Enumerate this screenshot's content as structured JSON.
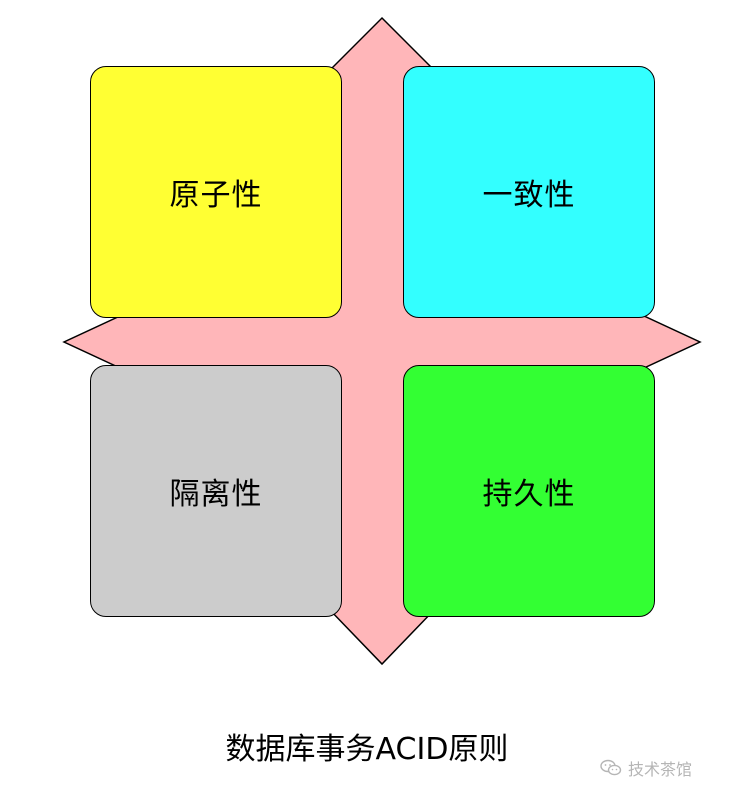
{
  "diagram": {
    "quadrants": {
      "top_left": {
        "label": "原子性",
        "color": "#ffff33"
      },
      "top_right": {
        "label": "一致性",
        "color": "#33ffff"
      },
      "bottom_left": {
        "label": "隔离性",
        "color": "#cccccc"
      },
      "bottom_right": {
        "label": "持久性",
        "color": "#33ff33"
      }
    },
    "cross_color": "#ffb6b9",
    "caption": "数据库事务ACID原则"
  },
  "watermark": {
    "icon": "wechat-icon",
    "text": "技术茶馆"
  }
}
